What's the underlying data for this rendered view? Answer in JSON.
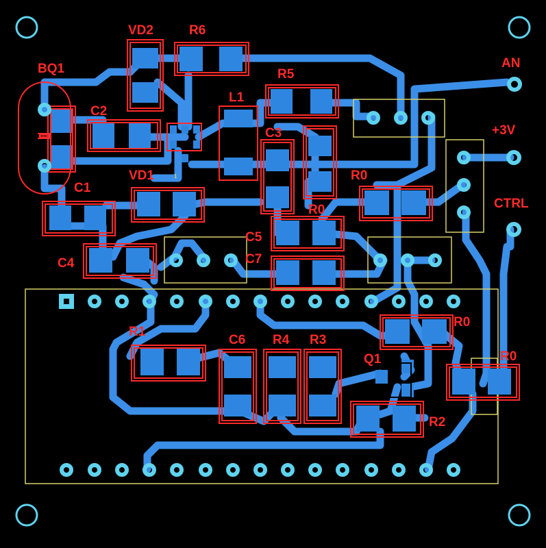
{
  "colors": {
    "background": "#000000",
    "trace": "#3b8fe8",
    "pad_fill": "#2f86e0",
    "silk_red": "#ff2a2a",
    "silk_yellow": "#d8cf6a",
    "through_hole": "#5fd2ee"
  },
  "labels": {
    "bq1": "BQ1",
    "vd2": "VD2",
    "r6": "R6",
    "r5": "R5",
    "l1": "L1",
    "c2": "C2",
    "c3": "C3",
    "vd1": "VD1",
    "r0_a": "R0",
    "c1": "C1",
    "r0_b": "R0",
    "c5": "C5",
    "c7": "C7",
    "c4": "C4",
    "r1": "R1",
    "c6": "C6",
    "r4": "R4",
    "r3": "R3",
    "q1": "Q1",
    "r0_c": "R0",
    "r0_d": "R0",
    "r2": "R2",
    "an": "AN",
    "v3": "+3V",
    "ctrl": "CTRL",
    "pin1_mark": "1"
  }
}
